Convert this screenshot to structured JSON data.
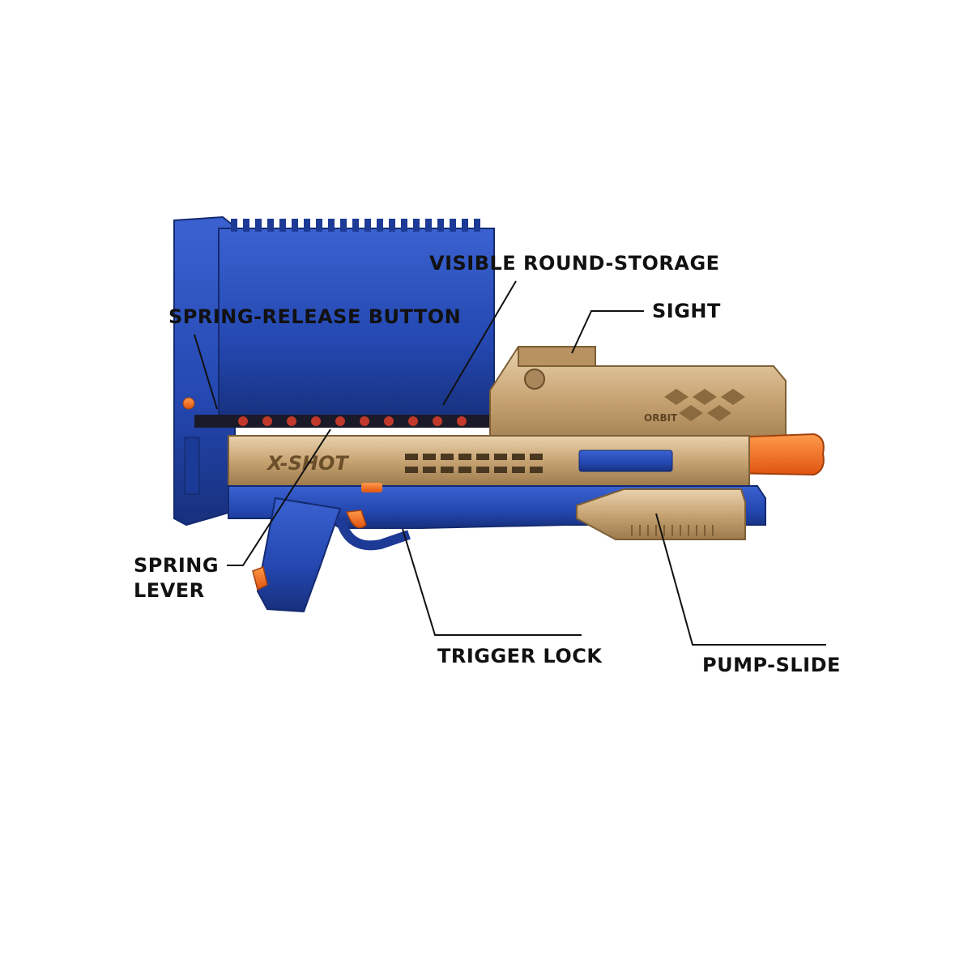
{
  "labels": {
    "visible_round_storage": "VISIBLE ROUND-STORAGE",
    "sight": "SIGHT",
    "spring_release_button": "SPRING-RELEASE BUTTON",
    "spring_lever_line1": "SPRING",
    "spring_lever_line2": "LEVER",
    "trigger_lock": "TRIGGER LOCK",
    "pump_slide": "PUMP-SLIDE"
  },
  "product_marks": {
    "brand": "X-SHOT",
    "model": "ORBIT"
  },
  "colors": {
    "blue": "#2447b0",
    "gold": "#c8a473",
    "orange": "#f26a1b",
    "leader": "#111111"
  }
}
